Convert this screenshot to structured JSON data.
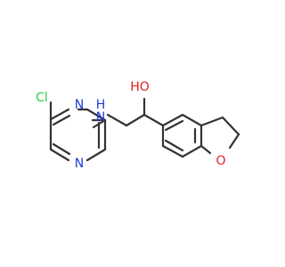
{
  "molecule": {
    "atoms": {
      "chlorine": "Cl",
      "pyrimidine_n_top": "N",
      "pyrimidine_n_bottom": "N",
      "amine": "N",
      "amine_h": "H",
      "hydroxyl": "HO",
      "ether_oxygen": "O"
    },
    "colors": {
      "bond": "#333333",
      "chlorine": "#2ecc40",
      "nitrogen": "#1f3bd6",
      "oxygen": "#e02020"
    }
  }
}
